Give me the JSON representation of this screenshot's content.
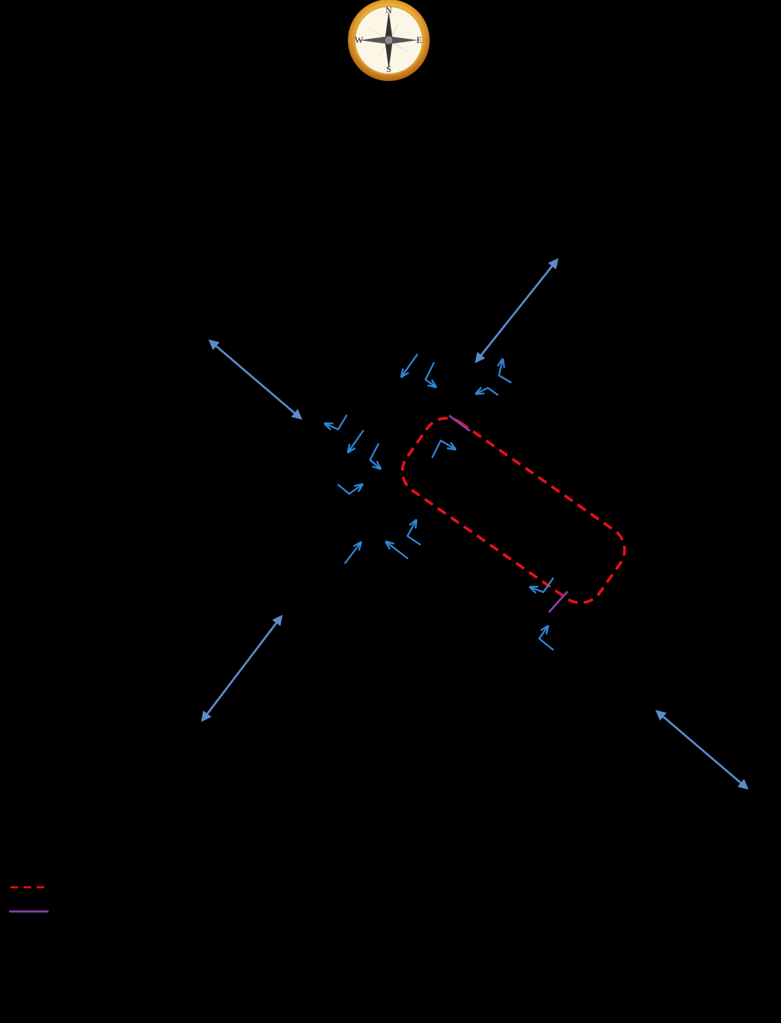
{
  "compass": {
    "north": "N",
    "east": "E",
    "south": "S",
    "west": "W"
  },
  "colors": {
    "background": "#000000",
    "road_arrow": "#5b8bc9",
    "turn_arrow": "#2e86d6",
    "work_zone_boundary": "#e8101a",
    "lane_closure": "#8a3fa8"
  },
  "legend": [
    {
      "symbol": "red-dashed-line",
      "label": ""
    },
    {
      "symbol": "purple-solid-line",
      "label": ""
    }
  ]
}
